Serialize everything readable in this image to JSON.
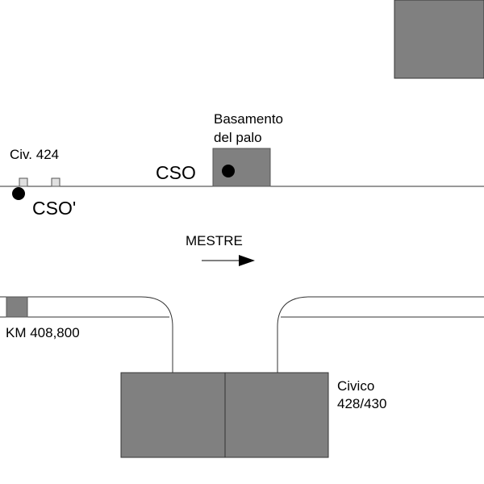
{
  "labels": {
    "civ424": "Civ. 424",
    "cso_prime": "CSO'",
    "cso": "CSO",
    "basamento_line1": "Basamento",
    "basamento_line2": "del palo",
    "direction": "MESTRE",
    "km": "KM 408,800",
    "civico_line1": "Civico",
    "civico_line2": "428/430"
  },
  "colors": {
    "building_fill": "#808080",
    "outline": "#333333",
    "marker": "#000000",
    "background": "#ffffff"
  }
}
